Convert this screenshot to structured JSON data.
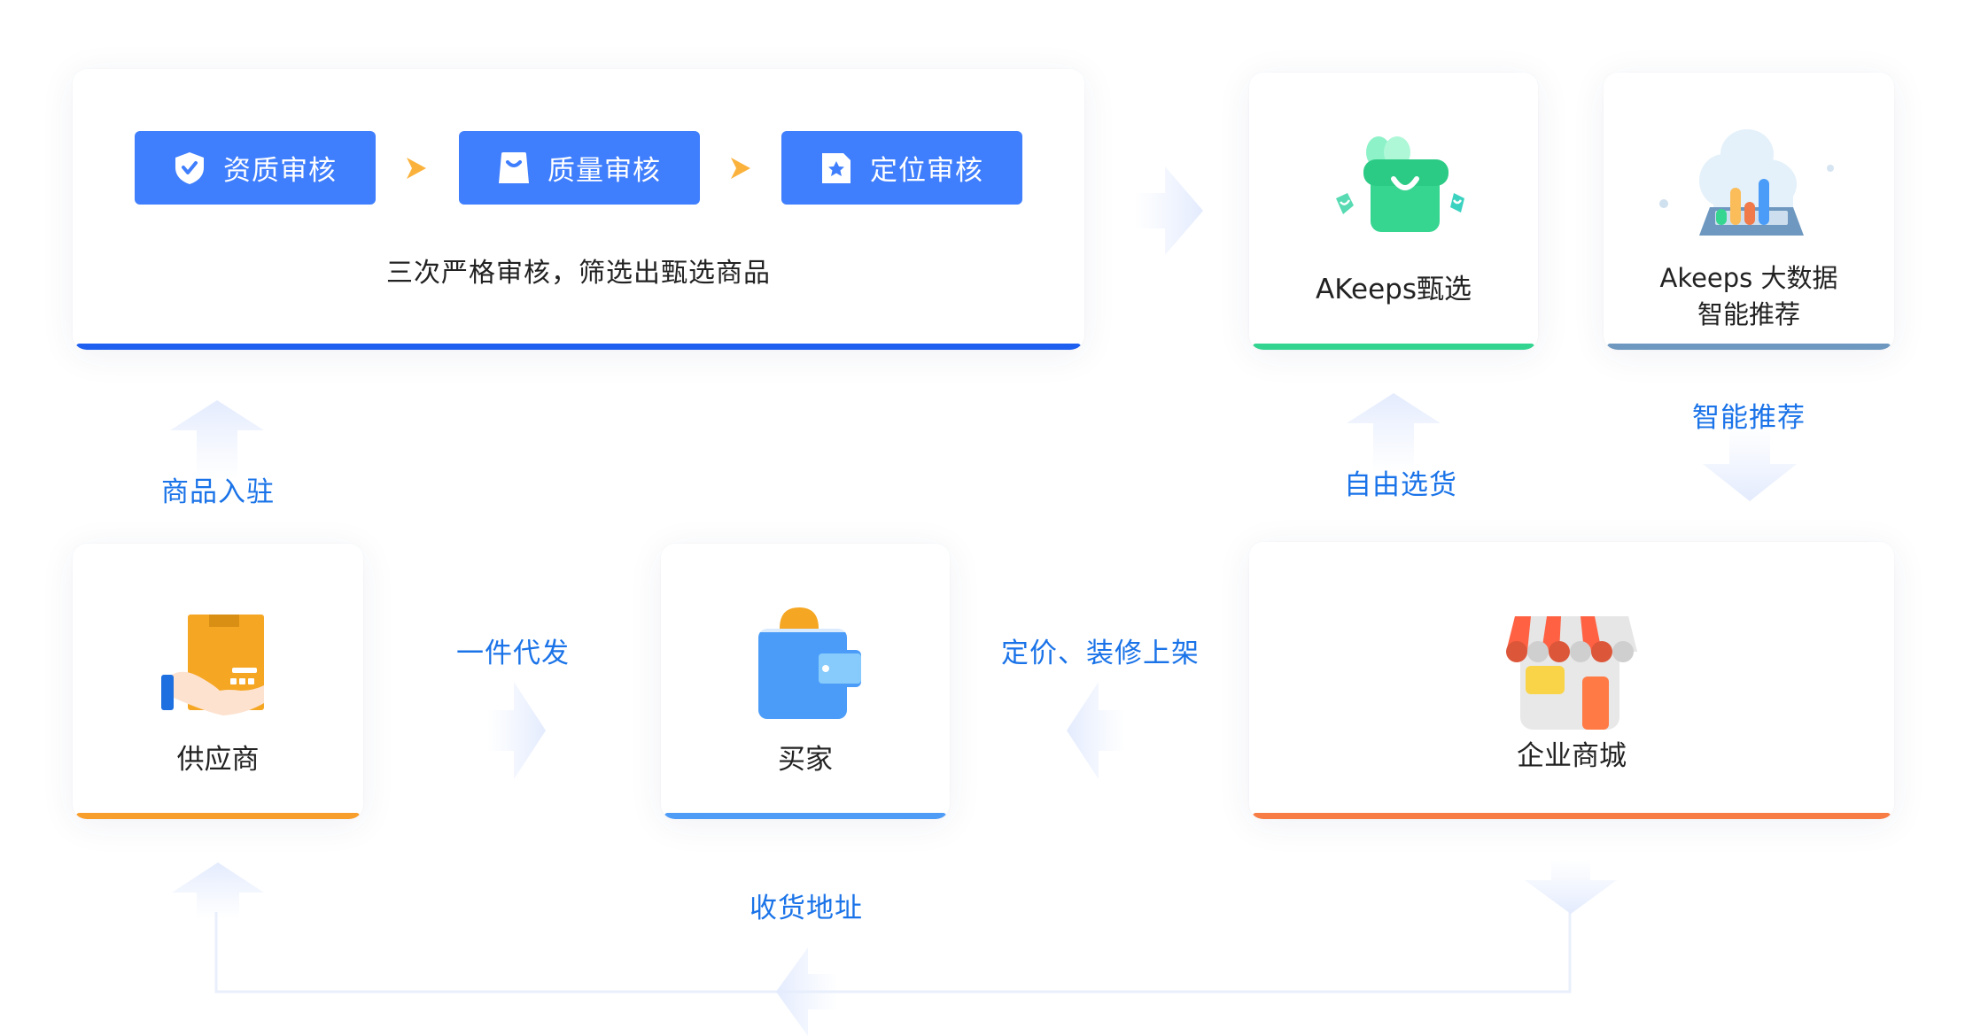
{
  "audit": {
    "steps": [
      {
        "label": "资质审核",
        "icon": "shield-check-icon"
      },
      {
        "label": "质量审核",
        "icon": "shopping-bag-icon"
      },
      {
        "label": "定位审核",
        "icon": "star-document-icon"
      }
    ],
    "caption": "三次严格审核，筛选出甄选商品"
  },
  "nodes": {
    "akeeps": {
      "label": "AKeeps甄选",
      "icon": "green-bag-icon"
    },
    "bigdata": {
      "line1": "Akeeps 大数据",
      "line2": "智能推荐",
      "icon": "cloud-chart-icon"
    },
    "supplier": {
      "label": "供应商",
      "icon": "box-hand-icon"
    },
    "buyer": {
      "label": "买家",
      "icon": "wallet-icon"
    },
    "mall": {
      "label": "企业商城",
      "icon": "storefront-icon"
    }
  },
  "flows": {
    "listing": "商品入驻",
    "free_pick": "自由选货",
    "smart_rec": "智能推荐",
    "dropship": "一件代发",
    "pricing": "定价、装修上架",
    "address": "收货地址"
  },
  "colors": {
    "primary": "#3f7efd",
    "audit_bar": "#1f5ff0",
    "akeeps_bar": "#33d48f",
    "bigdata_bar": "#6e98bf",
    "supplier_bar": "#f89e2d",
    "buyer_bar": "#4f9cf7",
    "mall_bar": "#f77d45",
    "flow_text": "#1a73e8",
    "chevron": "#fbb23c",
    "arrow": "#e6eefc"
  }
}
